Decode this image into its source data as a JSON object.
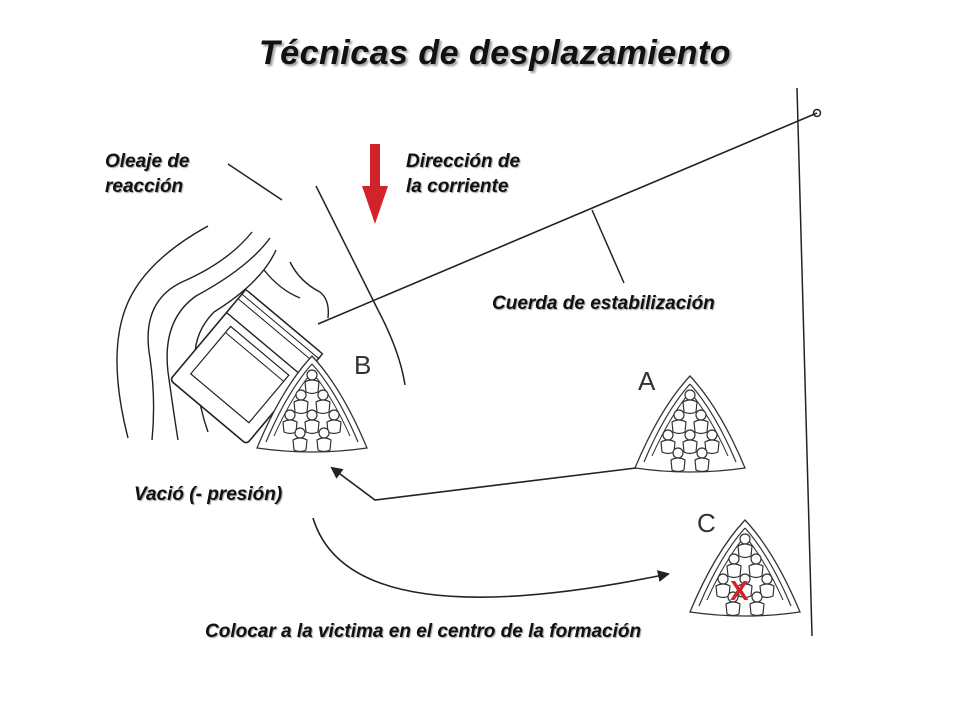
{
  "title": "Técnicas de desplazamiento",
  "labels": {
    "oleaje_line1": "Oleaje de",
    "oleaje_line2": "reacción",
    "direccion_line1": "Dirección de",
    "direccion_line2": "la corriente",
    "cuerda": "Cuerda de estabilización",
    "vacio": "Vació (- presión)",
    "colocar": "Colocar a la victima en el centro de la formación"
  },
  "formations": {
    "a": "A",
    "b": "B",
    "c": "C"
  },
  "victim_mark": "X",
  "colors": {
    "current_arrow": "#d2232a",
    "victim_mark": "#d2232a",
    "lines": "#222222"
  }
}
